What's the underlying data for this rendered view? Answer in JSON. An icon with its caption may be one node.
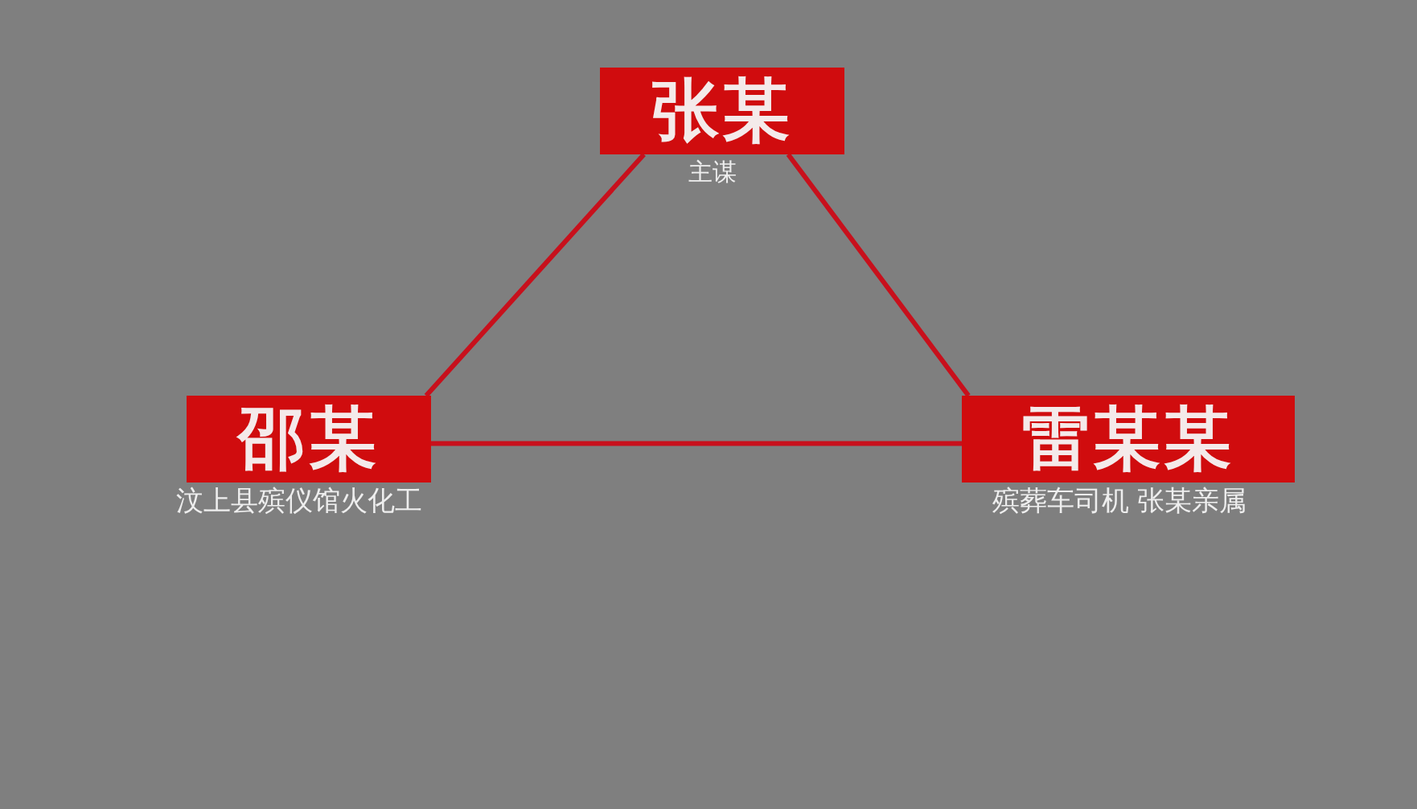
{
  "diagram": {
    "nodes": [
      {
        "text": [
          "张某"
        ],
        "beside": [
          "主谋"
        ]
      },
      {
        "text": [
          "邵某"
        ],
        "beside": [
          "汶上县殡仪馆火化工"
        ]
      },
      {
        "text": [
          "雷某某"
        ],
        "beside": [
          "殡葬车司机 张某亲属"
        ]
      }
    ],
    "edges": [
      {
        "from": 0,
        "to": 1,
        "arrow": "none"
      },
      {
        "from": 0,
        "to": 2,
        "arrow": "none"
      },
      {
        "from": 1,
        "to": 2,
        "arrow": "none"
      }
    ]
  }
}
